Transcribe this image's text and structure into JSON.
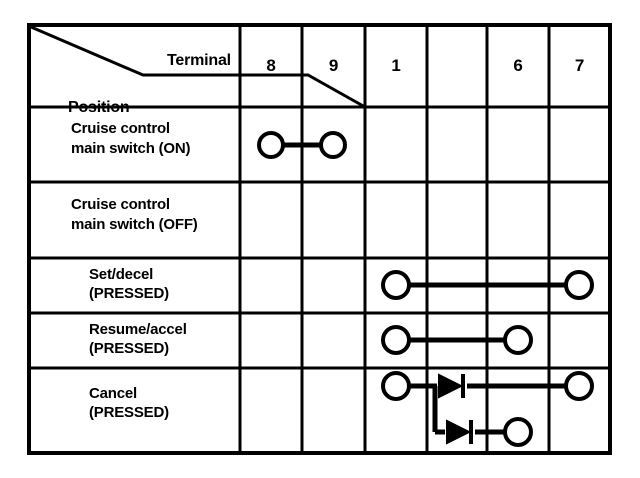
{
  "diagram": {
    "type": "continuity-table",
    "title_header_upper": "Terminal",
    "title_header_lower": "Position",
    "columns": [
      {
        "id": "c8",
        "label": "8"
      },
      {
        "id": "c9",
        "label": "9"
      },
      {
        "id": "c1",
        "label": "1"
      },
      {
        "id": "cblank",
        "label": ""
      },
      {
        "id": "c6",
        "label": "6"
      },
      {
        "id": "c7",
        "label": "7"
      }
    ],
    "rows": [
      {
        "id": "r-main-on",
        "line1": "Cruise control",
        "line2": "main switch (ON)",
        "indent": false,
        "connections": "terminal 8 connected to terminal 9"
      },
      {
        "id": "r-main-off",
        "line1": "Cruise control",
        "line2": "main switch (OFF)",
        "indent": false,
        "connections": "none"
      },
      {
        "id": "r-set-decel",
        "line1": "Set/decel",
        "line2": "(PRESSED)",
        "indent": true,
        "connections": "terminal 1 connected to terminal 7"
      },
      {
        "id": "r-resume-accel",
        "line1": "Resume/accel",
        "line2": "(PRESSED)",
        "indent": true,
        "connections": "terminal 1 connected to terminal 6"
      },
      {
        "id": "r-cancel",
        "line1": "Cancel",
        "line2": "(PRESSED)",
        "indent": true,
        "connections": "terminal 1 branches through two diodes to terminal 7 and terminal 6"
      }
    ],
    "symbols": {
      "terminal_node": "circle",
      "diode": "filled-triangle-with-cathode-bar"
    },
    "colors": {
      "line": "#000000",
      "background": "#ffffff",
      "text": "#000000"
    }
  }
}
